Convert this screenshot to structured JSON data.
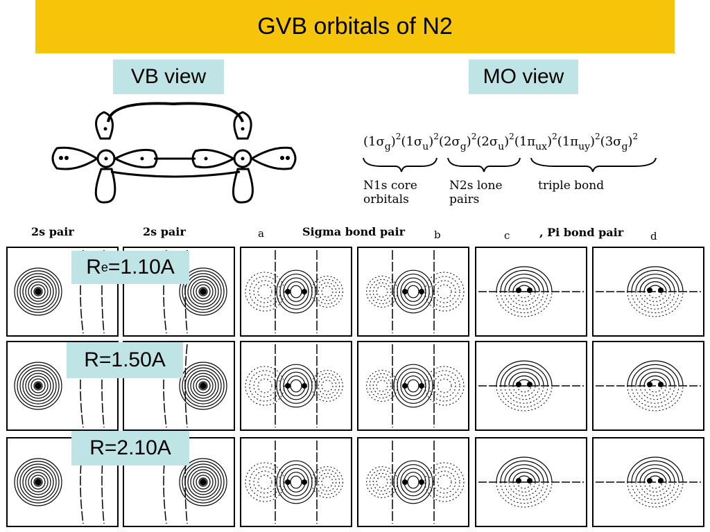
{
  "title": "GVB orbitals of N2",
  "views": {
    "vb": "VB view",
    "mo": "MO view"
  },
  "configuration": {
    "terms": [
      {
        "n": "1",
        "sym": "σ",
        "sub": "g",
        "exp": "2"
      },
      {
        "n": "1",
        "sym": "σ",
        "sub": "u",
        "exp": "2"
      },
      {
        "n": "2",
        "sym": "σ",
        "sub": "g",
        "exp": "2"
      },
      {
        "n": "2",
        "sym": "σ",
        "sub": "u",
        "exp": "2"
      },
      {
        "n": "1",
        "sym": "π",
        "sub": "ux",
        "exp": "2"
      },
      {
        "n": "1",
        "sym": "π",
        "sub": "uy",
        "exp": "2"
      },
      {
        "n": "3",
        "sym": "σ",
        "sub": "g",
        "exp": "2"
      }
    ],
    "groups": [
      {
        "line1": "N1s core",
        "line2": "orbitals"
      },
      {
        "line1": "N2s lone",
        "line2": "pairs"
      },
      {
        "line1": "triple bond",
        "line2": ""
      }
    ]
  },
  "column_headers": {
    "pair1": "2s pair",
    "pair2": "2s pair",
    "sigma": "Sigma bond pair",
    "pi": ", Pi bond pair",
    "a": "a",
    "b": "b",
    "c": "c",
    "d": "d"
  },
  "rows": [
    {
      "label_main": "R",
      "label_sub": "e",
      "label_rest": "=1.10A"
    },
    {
      "label_main": "R=1.50A",
      "label_sub": "",
      "label_rest": ""
    },
    {
      "label_main": "R=2.10A",
      "label_sub": "",
      "label_rest": ""
    }
  ]
}
